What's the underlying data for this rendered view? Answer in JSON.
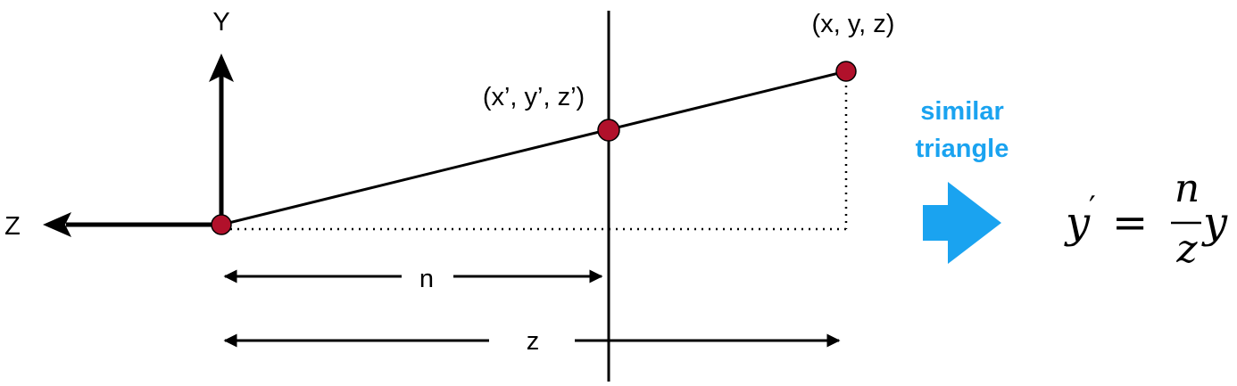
{
  "axes": {
    "y_label": "Y",
    "z_label": "Z"
  },
  "points": {
    "far_label": "(x, y, z)",
    "near_label": "(x’, y’, z’)"
  },
  "dimensions": {
    "n_label": "n",
    "z_label": "z"
  },
  "annotation": {
    "line1": "similar",
    "line2": "triangle"
  },
  "formula": {
    "lhs": "y",
    "prime": "′",
    "equals": "=",
    "numerator": "n",
    "denominator": "z",
    "rhs": "y"
  },
  "colors": {
    "point_fill": "#b1112b",
    "accent": "#1aa3f0",
    "line": "#000000"
  }
}
